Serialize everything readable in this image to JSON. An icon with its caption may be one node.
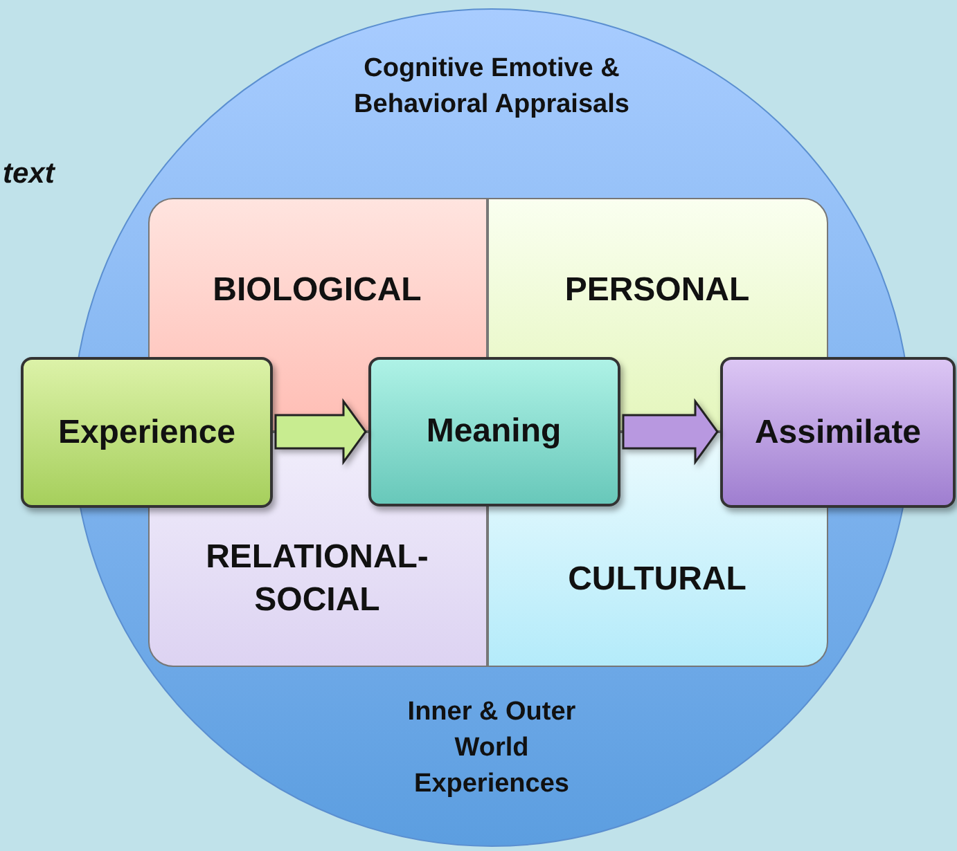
{
  "diagram": {
    "nodes": [
      {
        "text": [
          "Cognitive Emotive & Behavioral Appraisals",
          "Inner & Outer World Experiences"
        ]
      },
      {
        "text": [
          "BIOLOGICAL"
        ],
        "in": 0
      },
      {
        "text": [
          "PERSONAL"
        ],
        "in": 0
      },
      {
        "text": [
          "RELATIONAL-SOCIAL"
        ],
        "in": 0
      },
      {
        "text": [
          "CULTURAL"
        ],
        "in": 0
      },
      {
        "text": [
          "Experience"
        ]
      },
      {
        "text": [
          "Meaning"
        ],
        "in": 0
      },
      {
        "text": [
          "Assimilate"
        ]
      }
    ],
    "edges": [
      {
        "from": 5,
        "to": 6,
        "arrow": "to",
        "color": "#c8ec90"
      },
      {
        "from": 6,
        "to": 7,
        "arrow": "to",
        "color": "#b898e0"
      }
    ],
    "labels": [
      "text"
    ]
  }
}
